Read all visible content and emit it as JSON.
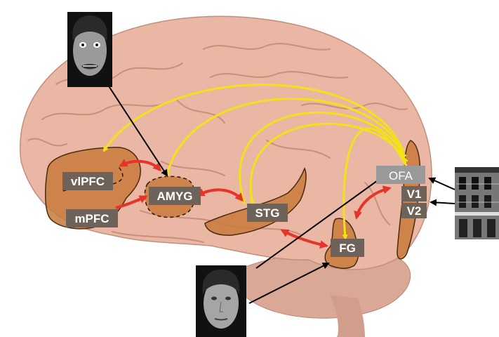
{
  "regions": {
    "vlpfc": "vlPFC",
    "mpfc": "mPFC",
    "amyg": "AMYG",
    "stg": "STG",
    "fg": "FG",
    "ofa": "OFA",
    "v1": "V1",
    "v2": "V2"
  },
  "colors": {
    "background": "#ffffff",
    "brain": "#e9b7a3",
    "brain_fold": "#c8907c",
    "cerebellum": "#d9a896",
    "region_fill": "#c87a3a",
    "label_bg": "#6f6258",
    "ofa_label_bg": "#9a9a9a",
    "feedback_arrow": "#f2e21a",
    "interaction_arrow": "#e8332a",
    "input_arrow": "#000000"
  },
  "stimuli": {
    "fearful_face": "fearful-face-photo",
    "neutral_face": "neutral-face-photo",
    "building": "building-photo"
  }
}
